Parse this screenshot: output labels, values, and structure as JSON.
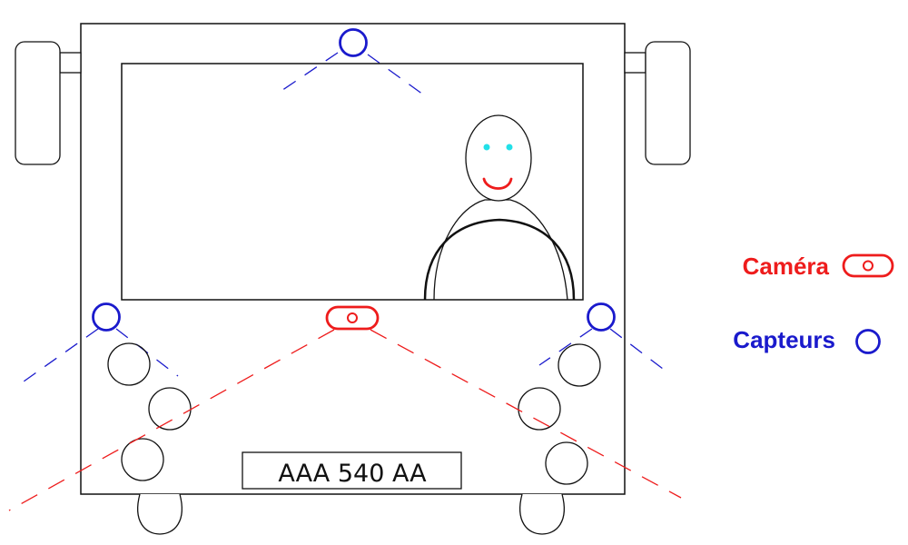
{
  "plate": {
    "text": "AAA 540 AA"
  },
  "legend": {
    "camera_label": "Caméra",
    "sensors_label": "Capteurs"
  },
  "colors": {
    "camera": "#ee1c1c",
    "sensor": "#1a1acc",
    "eyes": "#22e0e8",
    "outline": "#111111"
  }
}
